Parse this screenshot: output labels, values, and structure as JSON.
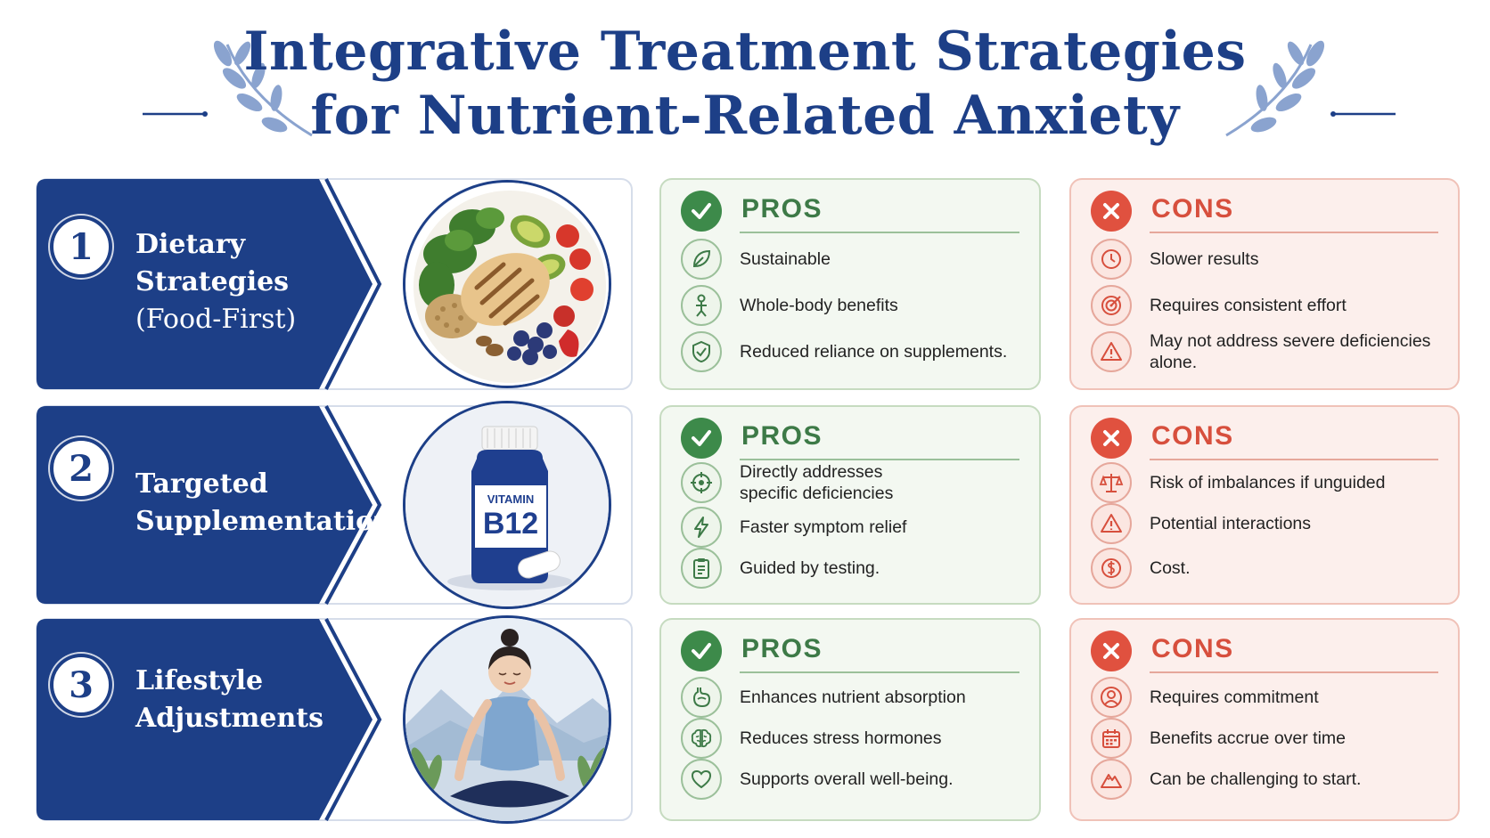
{
  "title": {
    "line1": "Integrative Treatment Strategies",
    "line2": "for Nutrient-Related Anxiety"
  },
  "colors": {
    "navy": "#1d3f87",
    "pros_green": "#3d8a4a",
    "cons_red": "#e0513f"
  },
  "strategies": [
    {
      "number": "1",
      "title_lines": [
        "Dietary",
        "Strategies",
        "(Food-First)"
      ],
      "image": "healthy-food-plate",
      "pros_label": "PROS",
      "cons_label": "CONS",
      "pros": [
        {
          "icon": "leaf-icon",
          "text": "Sustainable"
        },
        {
          "icon": "body-icon",
          "text": "Whole-body benefits"
        },
        {
          "icon": "shield-check-icon",
          "text": "Reduced reliance on supplements."
        }
      ],
      "cons": [
        {
          "icon": "clock-icon",
          "text": "Slower results"
        },
        {
          "icon": "target-icon",
          "text": "Requires consistent effort"
        },
        {
          "icon": "warning-icon",
          "text": "May not address severe deficiencies alone."
        }
      ]
    },
    {
      "number": "2",
      "title_lines": [
        "Targeted",
        "Supplementation"
      ],
      "image": "vitamin-bottle",
      "bottle_label_small": "VITAMIN",
      "bottle_label_big": "B12",
      "pros_label": "PROS",
      "cons_label": "CONS",
      "pros": [
        {
          "icon": "crosshair-icon",
          "text": "Directly addresses specific deficiencies"
        },
        {
          "icon": "lightning-icon",
          "text": "Faster symptom relief"
        },
        {
          "icon": "clipboard-icon",
          "text": "Guided by testing."
        }
      ],
      "cons": [
        {
          "icon": "scales-icon",
          "text": "Risk of imbalances if unguided"
        },
        {
          "icon": "warning-icon",
          "text": "Potential interactions"
        },
        {
          "icon": "dollar-icon",
          "text": "Cost."
        }
      ]
    },
    {
      "number": "3",
      "title_lines": [
        "Lifestyle",
        "Adjustments"
      ],
      "image": "meditating-woman",
      "pros_label": "PROS",
      "cons_label": "CONS",
      "pros": [
        {
          "icon": "stomach-icon",
          "text": "Enhances nutrient absorption"
        },
        {
          "icon": "brain-icon",
          "text": "Reduces stress hormones"
        },
        {
          "icon": "heart-icon",
          "text": "Supports overall well-being."
        }
      ],
      "cons": [
        {
          "icon": "person-icon",
          "text": "Requires commitment"
        },
        {
          "icon": "calendar-icon",
          "text": "Benefits accrue over time"
        },
        {
          "icon": "mountain-icon",
          "text": "Can be challenging to start."
        }
      ]
    }
  ]
}
